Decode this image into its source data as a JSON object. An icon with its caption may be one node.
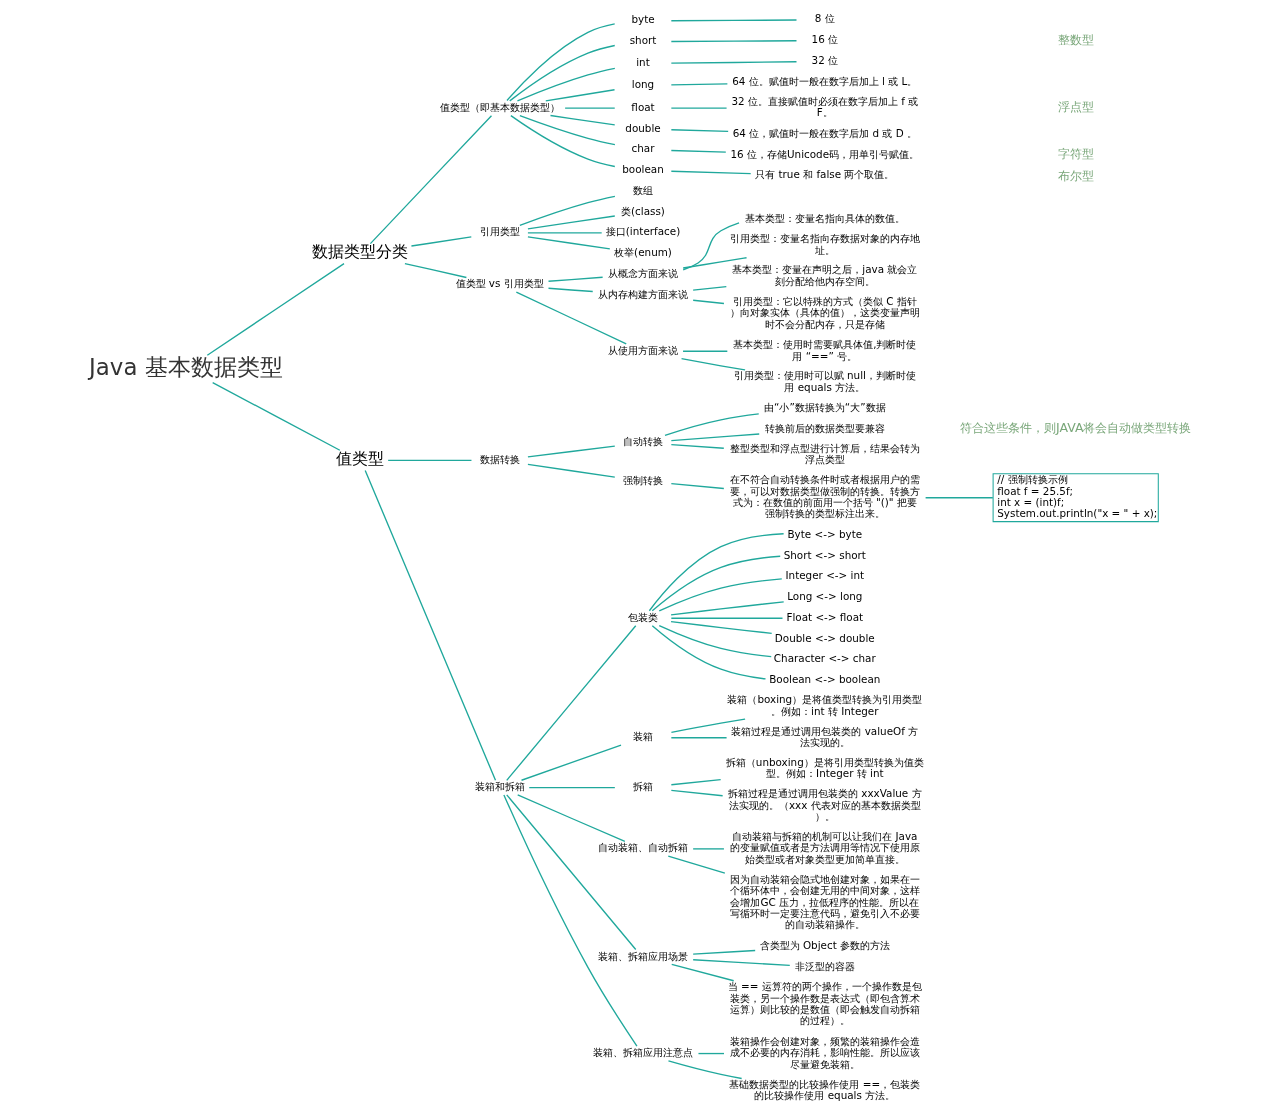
{
  "diagram": {
    "nodes": [
      {
        "text": [
          "Java 基本数据类型"
        ]
      },
      {
        "text": [
          "数据类型分类"
        ]
      },
      {
        "text": [
          "值类型（即基本数据类型）"
        ]
      },
      {
        "text": [
          "byte"
        ]
      },
      {
        "text": [
          "8 位"
        ]
      },
      {
        "text": [
          "short"
        ]
      },
      {
        "text": [
          "16 位"
        ]
      },
      {
        "text": [
          "int"
        ]
      },
      {
        "text": [
          "32 位"
        ]
      },
      {
        "text": [
          "long"
        ]
      },
      {
        "text": [
          "64 位。赋值时一般在数字后加上 l 或 L。"
        ]
      },
      {
        "text": [
          "float"
        ]
      },
      {
        "text": [
          "32 位。直接赋值时必须在数字后加上 f 或 F。"
        ]
      },
      {
        "text": [
          "double"
        ]
      },
      {
        "text": [
          "64 位，赋值时一般在数字后加 d 或 D 。"
        ]
      },
      {
        "text": [
          "char"
        ]
      },
      {
        "text": [
          "16 位，存储Unicode码，用单引号赋值。"
        ]
      },
      {
        "text": [
          "boolean"
        ]
      },
      {
        "text": [
          "只有 true 和 false 两个取值。"
        ]
      },
      {
        "text": [
          "引用类型"
        ]
      },
      {
        "text": [
          "数组"
        ]
      },
      {
        "text": [
          "类(class)"
        ]
      },
      {
        "text": [
          "接口(interface)"
        ]
      },
      {
        "text": [
          "枚举(enum)"
        ]
      },
      {
        "text": [
          "值类型 vs 引用类型"
        ]
      },
      {
        "text": [
          "从概念方面来说"
        ]
      },
      {
        "text": [
          "基本类型：变量名指向具体的数值。"
        ]
      },
      {
        "text": [
          "引用类型：变量名指向存数据对象的内存地址。"
        ]
      },
      {
        "text": [
          "从内存构建方面来说"
        ]
      },
      {
        "text": [
          "基本类型：变量在声明之后，java 就会立刻分配给他内存空间。"
        ]
      },
      {
        "text": [
          "引用类型：它以特殊的方式（类似 C 指针）向对象实体（具体的值），这类变量声明时不会分配内存，只是存储"
        ]
      },
      {
        "text": [
          "从使用方面来说"
        ]
      },
      {
        "text": [
          "基本类型：使用时需要赋具体值,判断时使用 “==” 号。"
        ]
      },
      {
        "text": [
          "引用类型：使用时可以赋 null，判断时使用 equals 方法。"
        ]
      },
      {
        "text": [
          "值类型"
        ]
      },
      {
        "text": [
          "数据转换"
        ]
      },
      {
        "text": [
          "自动转换"
        ]
      },
      {
        "text": [
          "由“小”数据转换为“大”数据"
        ]
      },
      {
        "text": [
          "转换前后的数据类型要兼容"
        ]
      },
      {
        "text": [
          "整型类型和浮点型进行计算后，结果会转为浮点类型"
        ]
      },
      {
        "text": [
          "强制转换"
        ]
      },
      {
        "text": [
          "在不符合自动转换条件时或者根据用户的需要，可以对数据类型做强制的转换。转换方式为：在数值的前面用一个括号 \"()\" 把要强制转换的类型标注出来。"
        ]
      },
      {
        "text": [
          "// 强制转换示例",
          "float f = 25.5f;",
          "int x = (int)f;",
          "System.out.println(\"x = \" + x);"
        ]
      },
      {
        "text": [
          "装箱和拆箱"
        ]
      },
      {
        "text": [
          "包装类"
        ]
      },
      {
        "text": [
          "Byte <-> byte"
        ]
      },
      {
        "text": [
          "Short <-> short"
        ]
      },
      {
        "text": [
          "Integer <-> int"
        ]
      },
      {
        "text": [
          "Long <-> long"
        ]
      },
      {
        "text": [
          "Float <-> float"
        ]
      },
      {
        "text": [
          "Double <-> double"
        ]
      },
      {
        "text": [
          "Character <-> char"
        ]
      },
      {
        "text": [
          "Boolean <-> boolean"
        ]
      },
      {
        "text": [
          "装箱"
        ]
      },
      {
        "text": [
          "装箱（boxing）是将值类型转换为引用类型。例如：int 转 Integer"
        ]
      },
      {
        "text": [
          "装箱过程是通过调用包装类的 valueOf 方法实现的。"
        ]
      },
      {
        "text": [
          "拆箱"
        ]
      },
      {
        "text": [
          "拆箱（unboxing）是将引用类型转换为值类型。例如：Integer 转 int"
        ]
      },
      {
        "text": [
          "拆箱过程是通过调用包装类的 xxxValue 方法实现的。（xxx 代表对应的基本数据类型）。"
        ]
      },
      {
        "text": [
          "自动装箱、自动拆箱"
        ]
      },
      {
        "text": [
          "自动装箱与拆箱的机制可以让我们在 Java 的变量赋值或者是方法调用等情况下使用原始类型或者对象类型更加简单直接。"
        ]
      },
      {
        "text": [
          "因为自动装箱会隐式地创建对象，如果在一个循环体中，会创建无用的中间对象，这样会增加GC 压力，拉低程序的性能。所以在写循环时一定要注意代码，避免引入不必要的自动装箱操作。"
        ]
      },
      {
        "text": [
          "装箱、拆箱应用场景"
        ]
      },
      {
        "text": [
          "含类型为 Object 参数的方法"
        ]
      },
      {
        "text": [
          "非泛型的容器"
        ]
      },
      {
        "text": [
          "当 == 运算符的两个操作，一个操作数是包装类，另一个操作数是表达式（即包含算术运算）则比较的是数值（即会触发自动拆箱的过程）。"
        ]
      },
      {
        "text": [
          "装箱、拆箱应用注意点"
        ]
      },
      {
        "text": [
          "装箱操作会创建对象，频繁的装箱操作会造成不必要的内存消耗，影响性能。所以应该尽量避免装箱。"
        ]
      },
      {
        "text": [
          "基础数据类型的比较操作使用 ==，包装类的比较操作使用 equals 方法。"
        ]
      }
    ],
    "edges": [
      {
        "from": 0,
        "to": 1,
        "arrow": "none"
      },
      {
        "from": 1,
        "to": 2,
        "arrow": "none"
      },
      {
        "from": 2,
        "to": 3,
        "arrow": "none"
      },
      {
        "from": 3,
        "to": 4,
        "arrow": "none"
      },
      {
        "from": 2,
        "to": 5,
        "arrow": "none"
      },
      {
        "from": 5,
        "to": 6,
        "arrow": "none"
      },
      {
        "from": 2,
        "to": 7,
        "arrow": "none"
      },
      {
        "from": 7,
        "to": 8,
        "arrow": "none"
      },
      {
        "from": 2,
        "to": 9,
        "arrow": "none"
      },
      {
        "from": 9,
        "to": 10,
        "arrow": "none"
      },
      {
        "from": 2,
        "to": 11,
        "arrow": "none"
      },
      {
        "from": 11,
        "to": 12,
        "arrow": "none"
      },
      {
        "from": 2,
        "to": 13,
        "arrow": "none"
      },
      {
        "from": 13,
        "to": 14,
        "arrow": "none"
      },
      {
        "from": 2,
        "to": 15,
        "arrow": "none"
      },
      {
        "from": 15,
        "to": 16,
        "arrow": "none"
      },
      {
        "from": 2,
        "to": 17,
        "arrow": "none"
      },
      {
        "from": 17,
        "to": 18,
        "arrow": "none"
      },
      {
        "from": 1,
        "to": 19,
        "arrow": "none"
      },
      {
        "from": 19,
        "to": 20,
        "arrow": "none"
      },
      {
        "from": 19,
        "to": 21,
        "arrow": "none"
      },
      {
        "from": 19,
        "to": 22,
        "arrow": "none"
      },
      {
        "from": 19,
        "to": 23,
        "arrow": "none"
      },
      {
        "from": 1,
        "to": 24,
        "arrow": "none"
      },
      {
        "from": 24,
        "to": 25,
        "arrow": "none"
      },
      {
        "from": 25,
        "to": 26,
        "arrow": "none"
      },
      {
        "from": 25,
        "to": 27,
        "arrow": "none"
      },
      {
        "from": 24,
        "to": 28,
        "arrow": "none"
      },
      {
        "from": 28,
        "to": 29,
        "arrow": "none"
      },
      {
        "from": 28,
        "to": 30,
        "arrow": "none"
      },
      {
        "from": 24,
        "to": 31,
        "arrow": "none"
      },
      {
        "from": 31,
        "to": 32,
        "arrow": "none"
      },
      {
        "from": 31,
        "to": 33,
        "arrow": "none"
      },
      {
        "from": 0,
        "to": 34,
        "arrow": "none"
      },
      {
        "from": 34,
        "to": 35,
        "arrow": "none"
      },
      {
        "from": 35,
        "to": 36,
        "arrow": "none"
      },
      {
        "from": 36,
        "to": 37,
        "arrow": "none"
      },
      {
        "from": 36,
        "to": 38,
        "arrow": "none"
      },
      {
        "from": 36,
        "to": 39,
        "arrow": "none"
      },
      {
        "from": 35,
        "to": 40,
        "arrow": "none"
      },
      {
        "from": 40,
        "to": 41,
        "arrow": "none"
      },
      {
        "from": 41,
        "to": 42,
        "arrow": "none"
      },
      {
        "from": 34,
        "to": 43,
        "arrow": "none"
      },
      {
        "from": 43,
        "to": 44,
        "arrow": "none"
      },
      {
        "from": 44,
        "to": 45,
        "arrow": "none"
      },
      {
        "from": 44,
        "to": 46,
        "arrow": "none"
      },
      {
        "from": 44,
        "to": 47,
        "arrow": "none"
      },
      {
        "from": 44,
        "to": 48,
        "arrow": "none"
      },
      {
        "from": 44,
        "to": 49,
        "arrow": "none"
      },
      {
        "from": 44,
        "to": 50,
        "arrow": "none"
      },
      {
        "from": 44,
        "to": 51,
        "arrow": "none"
      },
      {
        "from": 44,
        "to": 52,
        "arrow": "none"
      },
      {
        "from": 43,
        "to": 53,
        "arrow": "none"
      },
      {
        "from": 53,
        "to": 54,
        "arrow": "none"
      },
      {
        "from": 53,
        "to": 55,
        "arrow": "none"
      },
      {
        "from": 43,
        "to": 56,
        "arrow": "none"
      },
      {
        "from": 56,
        "to": 57,
        "arrow": "none"
      },
      {
        "from": 56,
        "to": 58,
        "arrow": "none"
      },
      {
        "from": 43,
        "to": 59,
        "arrow": "none"
      },
      {
        "from": 59,
        "to": 60,
        "arrow": "none"
      },
      {
        "from": 59,
        "to": 61,
        "arrow": "none"
      },
      {
        "from": 43,
        "to": 62,
        "arrow": "none"
      },
      {
        "from": 62,
        "to": 63,
        "arrow": "none"
      },
      {
        "from": 62,
        "to": 64,
        "arrow": "none"
      },
      {
        "from": 62,
        "to": 65,
        "arrow": "none"
      },
      {
        "from": 43,
        "to": 66,
        "arrow": "none"
      },
      {
        "from": 66,
        "to": 67,
        "arrow": "none"
      },
      {
        "from": 66,
        "to": 68,
        "arrow": "none"
      }
    ],
    "labels": [
      "整数型",
      "浮点型",
      "字符型",
      "布尔型",
      "符合这些条件，则JAVA将会自动做类型转换"
    ]
  }
}
